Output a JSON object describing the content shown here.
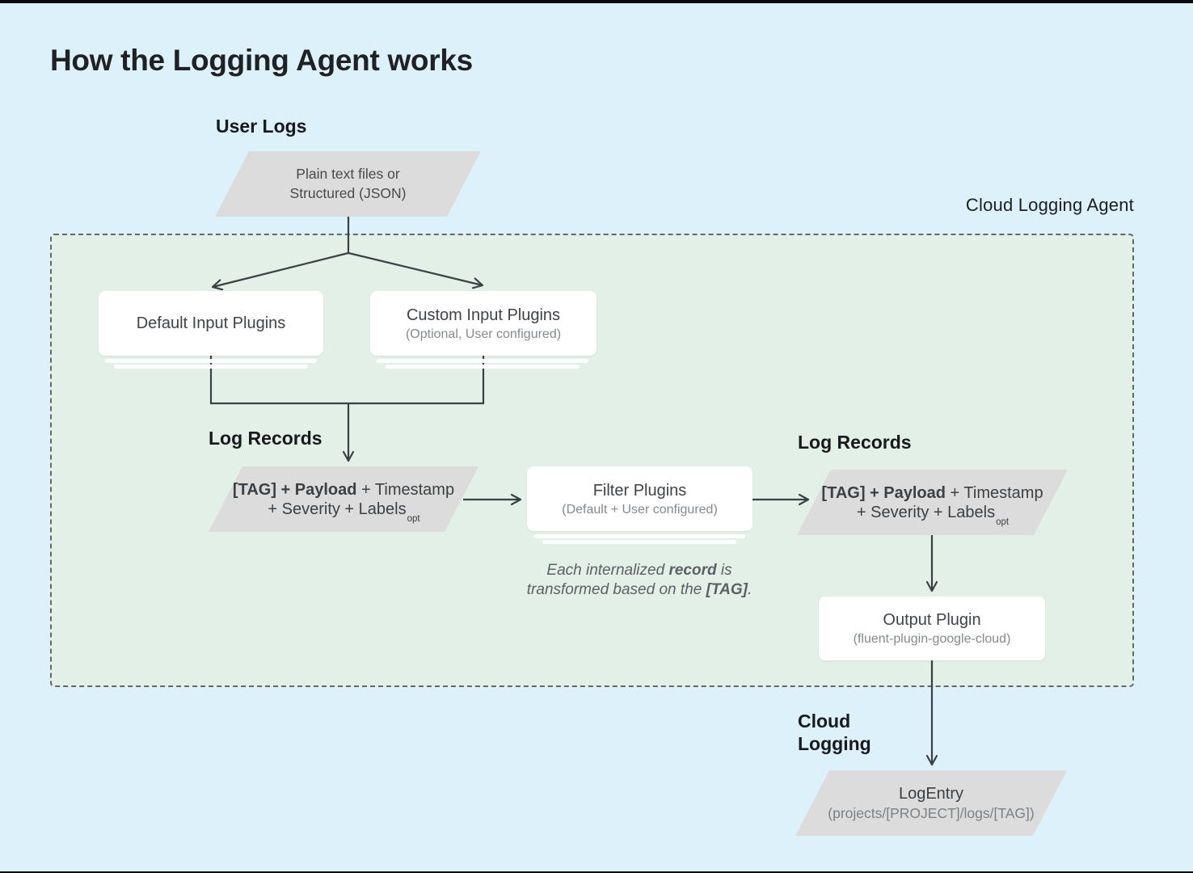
{
  "page": {
    "title": "How the Logging Agent works"
  },
  "labels": {
    "user_logs": "User Logs",
    "cloud_logging_agent": "Cloud Logging Agent",
    "log_records_left": "Log Records",
    "log_records_right": "Log Records",
    "cloud_logging": [
      "Cloud",
      "Logging"
    ]
  },
  "nodes": {
    "user_logs_input": {
      "line1": "Plain text files or",
      "line2": "Structured (JSON)"
    },
    "default_input": {
      "title": "Default Input Plugins"
    },
    "custom_input": {
      "title": "Custom Input Plugins",
      "subtitle": "(Optional, User configured)"
    },
    "log_record_left": {
      "bold": "[TAG] + Payload",
      "regular": " + Timestamp",
      "line2": "+ Severity + Labels",
      "subscript": "opt"
    },
    "filter_plugins": {
      "title": "Filter Plugins",
      "subtitle": "(Default + User configured)"
    },
    "log_record_right": {
      "bold": "[TAG] + Payload",
      "regular": " + Timestamp",
      "line2": "+ Severity + Labels",
      "subscript": "opt"
    },
    "output_plugin": {
      "title": "Output Plugin",
      "subtitle": "(fluent-plugin-google-cloud)"
    },
    "log_entry": {
      "title": "LogEntry",
      "subtitle": "(projects/[PROJECT]/logs/[TAG])"
    }
  },
  "note": {
    "line1_pre": "Each internalized ",
    "line1_bold": "record",
    "line1_post": " is",
    "line2_pre": "transformed based on the ",
    "line2_bold": "[TAG]",
    "line2_post": "."
  },
  "colors": {
    "background": "#ddf1fb",
    "agent_region_fill": "#e2f0e8",
    "shape_gray": "#dcdcdc",
    "box_white": "#ffffff",
    "line": "#3b4045",
    "title_text": "#202124",
    "muted_text": "#85898d"
  }
}
